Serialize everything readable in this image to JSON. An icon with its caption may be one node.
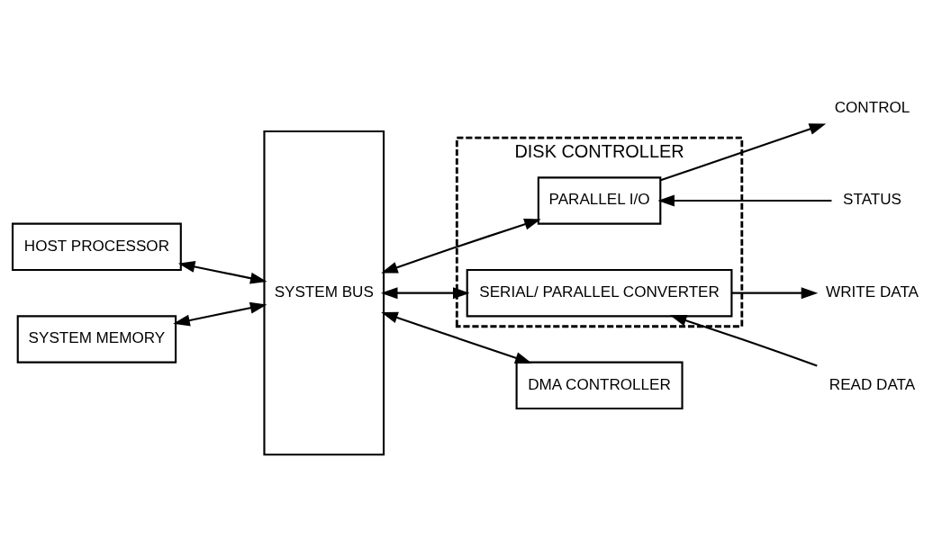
{
  "diagram": {
    "nodes": [
      {
        "text": [
          "HOST PROCESSOR"
        ]
      },
      {
        "text": [
          "SYSTEM MEMORY"
        ]
      },
      {
        "text": [
          "SYSTEM BUS"
        ]
      },
      {
        "text": [
          "DISK CONTROLLER"
        ]
      },
      {
        "text": [
          "PARALLEL I/O"
        ],
        "in": 3
      },
      {
        "text": [
          "SERIAL/ PARALLEL CONVERTER"
        ],
        "in": 3
      },
      {
        "text": [
          "DMA CONTROLLER"
        ]
      },
      {
        "text": [
          "CONTROL"
        ]
      },
      {
        "text": [
          "STATUS"
        ]
      },
      {
        "text": [
          "WRITE DATA"
        ]
      },
      {
        "text": [
          "READ DATA"
        ]
      }
    ],
    "edges": [
      {
        "from": 0,
        "to": 2,
        "arrow": "both"
      },
      {
        "from": 1,
        "to": 2,
        "arrow": "both"
      },
      {
        "from": 2,
        "to": 4,
        "arrow": "both"
      },
      {
        "from": 2,
        "to": 5,
        "arrow": "both"
      },
      {
        "from": 2,
        "to": 6,
        "arrow": "both"
      },
      {
        "from": 4,
        "to": 7,
        "arrow": "to"
      },
      {
        "from": 8,
        "to": 4,
        "arrow": "to"
      },
      {
        "from": 5,
        "to": 9,
        "arrow": "to"
      },
      {
        "from": 10,
        "to": 5,
        "arrow": "to"
      }
    ]
  }
}
